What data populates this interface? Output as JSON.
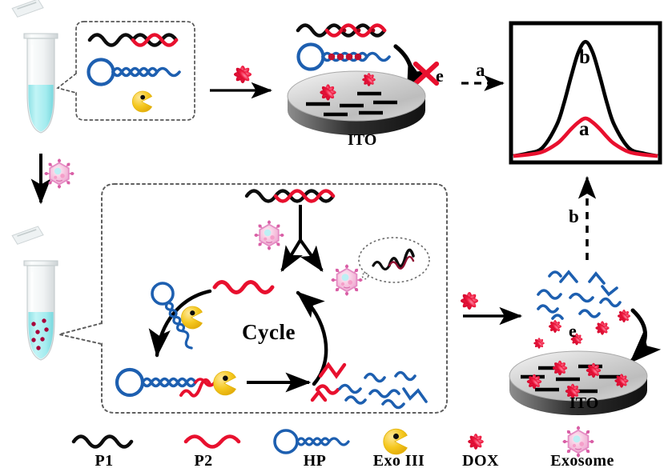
{
  "figure": {
    "title": "Electrochemical exosome biosensor schematic",
    "type": "scientific-scheme"
  },
  "colors": {
    "p1_black": "#0d0d0d",
    "p2_red": "#e8102e",
    "hp_blue": "#1d5fb0",
    "exo3_yellow": "#f2c521",
    "dox_red": "#e8123a",
    "exosome_pink": "#f4b9d6",
    "exosome_core": "#bfeef2",
    "tube_liquid": "#a6ecee",
    "ito_grey": "#c9c9c9",
    "ito_dark": "#3a3a3a",
    "dashed_grey": "#6b6b6b"
  },
  "labels": {
    "ito_top": "ITO",
    "ito_bottom": "ITO",
    "electron_top": "e",
    "electron_bottom": "e",
    "path_a": "a",
    "path_b": "b",
    "cycle": "Cycle",
    "curve_b": "b",
    "curve_a": "a"
  },
  "legend": {
    "items": [
      {
        "id": "p1",
        "label": "P1",
        "icon": "black-wavy-strand-icon"
      },
      {
        "id": "p2",
        "label": "P2",
        "icon": "red-wavy-strand-icon"
      },
      {
        "id": "hp",
        "label": "HP",
        "icon": "blue-hairpin-icon"
      },
      {
        "id": "exo3",
        "label": "Exo III",
        "icon": "yellow-pacman-enzyme-icon"
      },
      {
        "id": "dox",
        "label": "DOX",
        "icon": "red-star-icon"
      },
      {
        "id": "exosome",
        "label": "Exosome",
        "icon": "pink-vesicle-icon"
      }
    ]
  },
  "chart_data": {
    "type": "line",
    "title": "",
    "xlabel": "",
    "ylabel": "",
    "grid": false,
    "legend_position": "inline-annotation",
    "xlim": [
      0,
      100
    ],
    "ylim": [
      0,
      100
    ],
    "x": [
      0,
      10,
      20,
      30,
      35,
      40,
      45,
      50,
      55,
      60,
      65,
      70,
      80,
      90,
      100
    ],
    "series": [
      {
        "name": "b",
        "color": "#000000",
        "annotation": "b",
        "values": [
          3,
          5,
          9,
          26,
          42,
          62,
          80,
          88,
          80,
          62,
          42,
          26,
          9,
          5,
          3
        ]
      },
      {
        "name": "a",
        "color": "#e8102e",
        "annotation": "a",
        "values": [
          3,
          4,
          6,
          12,
          17,
          23,
          28,
          31,
          28,
          23,
          17,
          12,
          6,
          4,
          3
        ]
      }
    ]
  },
  "panels": {
    "tube_top": {
      "name": "microcentrifuge tube with buffer"
    },
    "callout_top": {
      "contents": [
        "P1-P2 duplex",
        "HP hairpin",
        "Exo III enzyme"
      ]
    },
    "electrode_top": {
      "name": "ITO electrode with few DOX",
      "blocked": true
    },
    "tube_bottom": {
      "name": "microcentrifuge tube with exosomes"
    },
    "callout_bottom": {
      "name": "Cycle amplification box"
    },
    "electrode_bottom": {
      "name": "ITO electrode with many DOX",
      "blocked": false
    }
  }
}
